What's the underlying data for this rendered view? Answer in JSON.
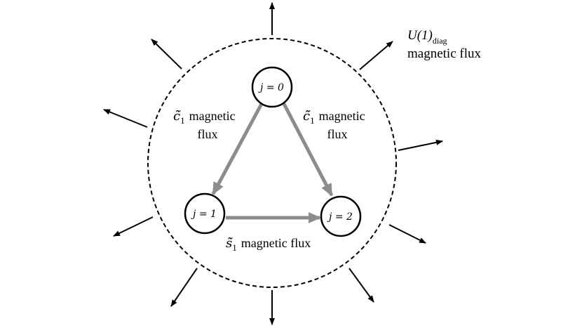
{
  "outer_label": {
    "symbol": "U(1)",
    "subscript": "diag",
    "line2": "magnetic flux"
  },
  "nodes": [
    {
      "id": "j0",
      "label": "j = 0"
    },
    {
      "id": "j1",
      "label": "j = 1"
    },
    {
      "id": "j2",
      "label": "j = 2"
    }
  ],
  "edges": [
    {
      "from": "j0",
      "to": "j1",
      "symbol": "c̃̃",
      "subscript": "1",
      "line1_suffix": "magnetic",
      "line2": "flux"
    },
    {
      "from": "j0",
      "to": "j2",
      "symbol": "c̃̃",
      "subscript": "1",
      "line1_suffix": "magnetic",
      "line2": "flux"
    },
    {
      "from": "j1",
      "to": "j2",
      "symbol": "s̃̃",
      "subscript": "1",
      "line1_suffix": "magnetic flux"
    }
  ],
  "colors": {
    "edge_arrow": "#8c8c8c",
    "ink": "#000000"
  }
}
